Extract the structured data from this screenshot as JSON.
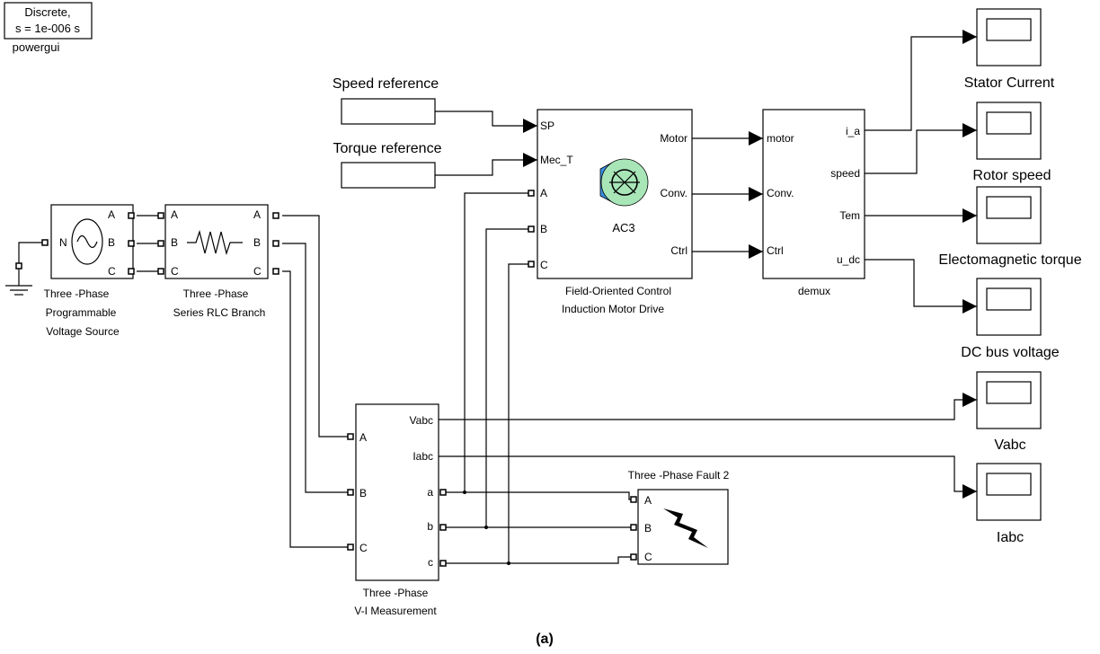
{
  "powergui": {
    "line1": "Discrete,",
    "line2": "s = 1e-006 s",
    "name": "powergui"
  },
  "refs": {
    "speed": "Speed reference",
    "torque": "Torque reference"
  },
  "source": {
    "name1": "Three -Phase",
    "name2": "Programmable",
    "name3": "Voltage Source",
    "ports": [
      "A",
      "B",
      "C"
    ],
    "neutral": "N"
  },
  "rlc": {
    "name1": "Three -Phase",
    "name2": "Series RLC Branch",
    "ports": [
      "A",
      "B",
      "C"
    ]
  },
  "drive": {
    "name1": "Field-Oriented Control",
    "name2": "Induction Motor Drive",
    "center": "AC3",
    "inputs": [
      "SP",
      "Mec_T",
      "A",
      "B",
      "C"
    ],
    "outputs": [
      "Motor",
      "Conv.",
      "Ctrl"
    ]
  },
  "demux": {
    "name": "demux",
    "inputs": [
      "motor",
      "Conv.",
      "Ctrl"
    ],
    "outputs": [
      "i_a",
      "speed",
      "Tem",
      "u_dc"
    ]
  },
  "scopes": [
    "Stator Current",
    "Rotor speed",
    "Electomagnetic torque",
    "DC bus voltage",
    "Vabc",
    "Iabc"
  ],
  "vimeas": {
    "name1": "Three -Phase",
    "name2": "V-I Measurement",
    "inputs": [
      "A",
      "B",
      "C"
    ],
    "outputs": [
      "Vabc",
      "Iabc",
      "a",
      "b",
      "c"
    ]
  },
  "fault": {
    "title": "Three -Phase Fault 2",
    "ports": [
      "A",
      "B",
      "C"
    ]
  },
  "caption": "(a)"
}
